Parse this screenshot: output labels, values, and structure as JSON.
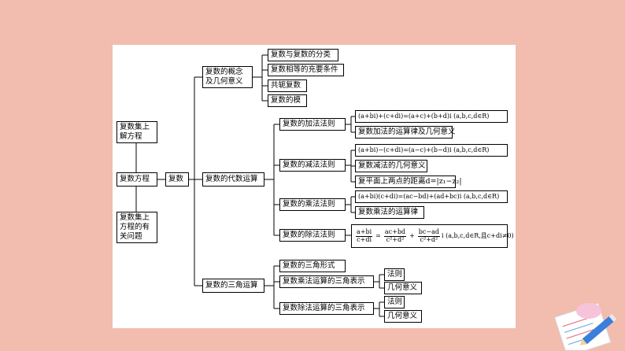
{
  "root_left": "复数方程",
  "left_top": "复数集上解方程",
  "left_bottom": "复数集上方程的有关问题",
  "root": "复数",
  "branches": {
    "concept": {
      "label": "复数的概念及几何意义",
      "items": [
        "复数与复数的分类",
        "复数相等的充要条件",
        "共轭复数",
        "复数的模"
      ]
    },
    "algebra": {
      "label": "复数的代数运算",
      "add": {
        "label": "复数的加法法则",
        "items": [
          "(a+bi)+(c+di)=(a+c)+(b+d)i (a,b,c,d∈R)",
          "复数加法的运算律及几何意义"
        ]
      },
      "sub": {
        "label": "复数的减法法则",
        "items": [
          "(a+bi)−(c+di)=(a−c)+(b−d)i (a,b,c,d∈R)",
          "复数减法的几何意义",
          "复平面上两点的距离d=|z₁−z₂|"
        ]
      },
      "mul": {
        "label": "复数的乘法法则",
        "items": [
          "(a+bi)(c+di)=(ac−bd)+(ad+bc)i (a,b,c,d∈R)",
          "复数乘法的运算律"
        ]
      },
      "div": {
        "label": "复数的除法法则",
        "f1_num": "a+bi",
        "f1_den": "c+di",
        "f2_num": "ac+bd",
        "f2_den": "c²+d²",
        "plus": "+",
        "f3_num": "bc−ad",
        "f3_den": "c²+d²",
        "tail": "i (a,b,c,d∈R,且c+di≠0)"
      }
    },
    "trig": {
      "label": "复数的三角运算",
      "form": "复数的三角形式",
      "mul": {
        "label": "复数乘法运算的三角表示",
        "items": [
          "法则",
          "几何意义"
        ]
      },
      "div": {
        "label": "复数除法运算的三角表示",
        "items": [
          "法则",
          "几何意义"
        ]
      }
    }
  },
  "colors": {
    "background": "#f2bcae",
    "panel": "#ffffff",
    "line": "#000000"
  }
}
